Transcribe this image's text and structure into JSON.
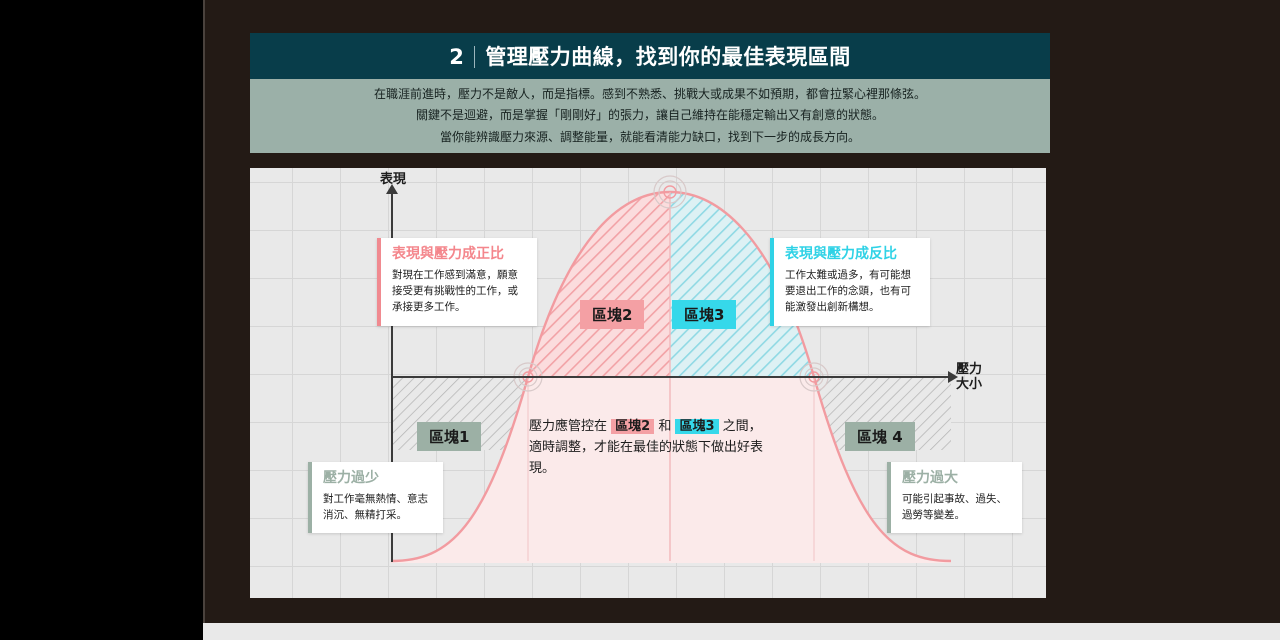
{
  "slide": {
    "title_number": "2",
    "title": "管理壓力曲線，找到你的最佳表現區間",
    "subtitle_lines": [
      "在職涯前進時，壓力不是敵人，而是指標。感到不熟悉、挑戰大或成果不如預期，都會拉緊心裡那條弦。",
      "關鍵不是迴避，而是掌握「剛剛好」的張力，讓自己維持在能穩定輸出又有創意的狀態。",
      "當你能辨識壓力來源、調整能量，就能看清能力缺口，找到下一步的成長方向。"
    ]
  },
  "chart_data": {
    "type": "line",
    "title": "管理壓力曲線",
    "xlabel": "壓力大小",
    "ylabel": "表現",
    "grid": true,
    "x": [
      0,
      10,
      20,
      30,
      40,
      50,
      60,
      70,
      80,
      90,
      100
    ],
    "values": [
      -55,
      -28,
      0,
      38,
      78,
      100,
      78,
      38,
      0,
      -28,
      -55
    ],
    "axis_origin_fraction": 0.5,
    "zones": [
      {
        "id": "zone1",
        "label": "區塊1",
        "range": [
          0,
          20
        ],
        "color": "#9cb0a5",
        "meaning": "壓力過少"
      },
      {
        "id": "zone2",
        "label": "區塊2",
        "range": [
          20,
          50
        ],
        "color": "#f4a0a4",
        "meaning": "表現與壓力成正比"
      },
      {
        "id": "zone3",
        "label": "區塊3",
        "range": [
          50,
          80
        ],
        "color": "#36d8ea",
        "meaning": "表現與壓力成反比"
      },
      {
        "id": "zone4",
        "label": "區塊4",
        "range": [
          80,
          100
        ],
        "color": "#9cb0a5",
        "meaning": "壓力過大"
      }
    ],
    "markers": [
      {
        "x": 20,
        "y": 0,
        "note": "zone1-zone2 boundary"
      },
      {
        "x": 50,
        "y": 100,
        "note": "peak / optimal performance"
      },
      {
        "x": 80,
        "y": 0,
        "note": "zone3-zone4 boundary"
      }
    ],
    "curve_color": "#f08a90",
    "ylim": [
      -60,
      110
    ],
    "xlim": [
      0,
      100
    ]
  },
  "cards": {
    "positive": {
      "title": "表現與壓力成正比",
      "body": "對現在工作感到滿意，願意接受更有挑戰性的工作，或承接更多工作。",
      "accent": "#f08a90"
    },
    "negative": {
      "title": "表現與壓力成反比",
      "body": "工作太難或過多，有可能想要退出工作的念頭，也有可能激發出創新構想。",
      "accent": "#2fd2e6"
    },
    "low_stress": {
      "title": "壓力過少",
      "body": "對工作毫無熱情、意志消沉、無精打采。",
      "accent": "#9cb0a5"
    },
    "high_stress": {
      "title": "壓力過大",
      "body": "可能引起事故、過失、過勞等變差。",
      "accent": "#9cb0a5"
    }
  },
  "zone_chips": {
    "zone1": "區塊1",
    "zone2": "區塊2",
    "zone3": "區塊3",
    "zone4": "區塊 4"
  },
  "mid_note": {
    "part1": "壓力應管控在 ",
    "tag1": "區塊2",
    "part2": " 和 ",
    "tag2": "區塊3",
    "part3": " 之間，適時調整，才能在最佳的狀態下做出好表現。"
  },
  "axes": {
    "y_label": "表現",
    "x_label_line1": "壓力",
    "x_label_line2": "大小"
  },
  "colors": {
    "header_teal": "#083d4a",
    "subtitle_sage": "#9bb0a8",
    "slide_bg": "#231a15",
    "panel_bg": "#e9e9e9",
    "pink": "#f4a0a4",
    "cyan": "#36d8ea",
    "sage": "#9cb0a5"
  }
}
